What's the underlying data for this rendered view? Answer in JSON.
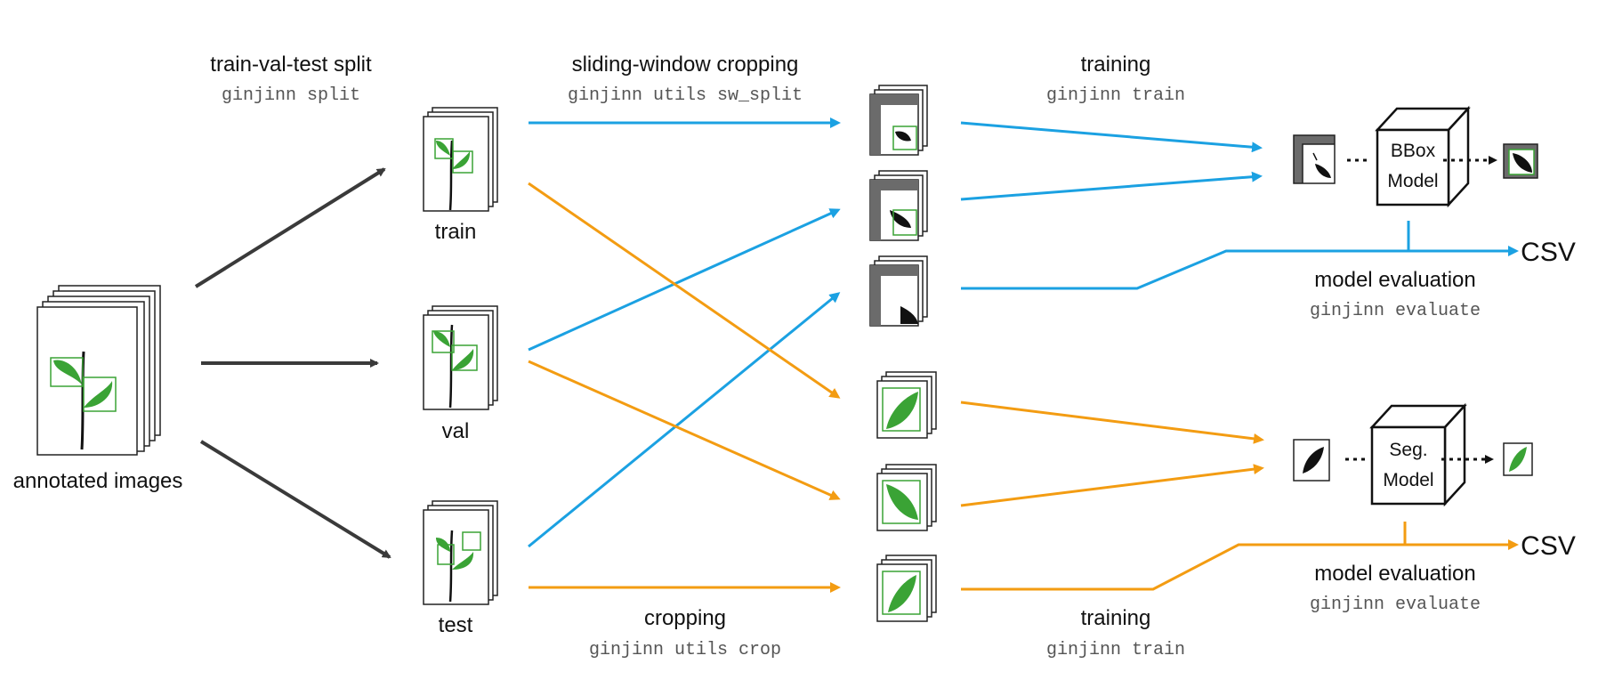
{
  "colors": {
    "dark": "#3a3a3a",
    "blue": "#1ba1e2",
    "orange": "#f39c12",
    "green": "#3aa335",
    "box_gray": "#6b6b6b",
    "code_gray": "#555555"
  },
  "split": {
    "title": "train-val-test split",
    "command": "ginjinn split"
  },
  "sliding": {
    "title": "sliding-window cropping",
    "command": "ginjinn utils sw_split"
  },
  "cropping": {
    "title": "cropping",
    "command": "ginjinn utils crop"
  },
  "training_top": {
    "title": "training",
    "command": "ginjinn train"
  },
  "training_bottom": {
    "title": "training",
    "command": "ginjinn train"
  },
  "eval_top": {
    "title": "model evaluation",
    "command": "ginjinn evaluate"
  },
  "eval_bottom": {
    "title": "model evaluation",
    "command": "ginjinn evaluate"
  },
  "sets": {
    "source": "annotated images",
    "train": "train",
    "val": "val",
    "test": "test"
  },
  "bbox_model": {
    "line1": "BBox",
    "line2": "Model"
  },
  "seg_model": {
    "line1": "Seg.",
    "line2": "Model"
  },
  "outputs": {
    "top": "CSV",
    "bottom": "CSV"
  },
  "icons": {
    "stack": "image-stack-icon",
    "leaf": "leaf-icon",
    "cube": "model-cube-icon"
  }
}
